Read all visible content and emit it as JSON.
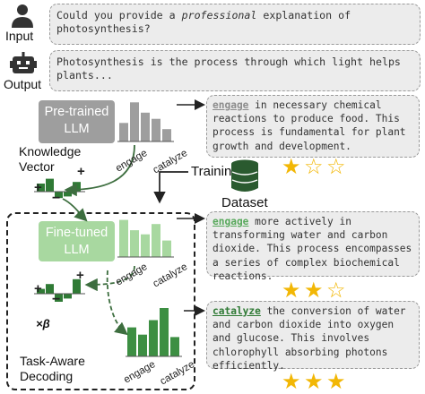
{
  "io": {
    "input_label": "Input",
    "output_label": "Output",
    "input_text_before": "Could you provide a ",
    "input_text_em": "professional",
    "input_text_after": " explanation of photosynthesis?",
    "output_text": "Photosynthesis is the process through which light helps plants..."
  },
  "models": {
    "pretrained_label": "Pre-trained\nLLM",
    "finetuned_label": "Fine-tuned\nLLM"
  },
  "labels": {
    "knowledge_vector": "Knowledge\nVector",
    "training": "Training",
    "dataset": "Dataset",
    "task_aware": "Task-Aware\nDecoding",
    "beta": "×β",
    "engage": "engage",
    "catalyze": "catalyze"
  },
  "responses": [
    {
      "keyword": "engage",
      "rest": " in necessary chemical reactions to produce food. This process is fundamental for plant growth and development.",
      "rating": 1
    },
    {
      "keyword": "engage",
      "rest": " more actively in transforming water and carbon dioxide. This process encompasses a series of complex biochemical reactions.",
      "rating": 2
    },
    {
      "keyword": "catalyze",
      "rest": " the conversion of water and carbon dioxide into oxygen and glucose. This involves chlorophyll absorbing photons efficiently.",
      "rating": 3
    }
  ],
  "chart_data": [
    {
      "type": "bar",
      "name": "pretrained",
      "x": [
        "engage",
        "",
        "",
        "catalyze",
        ""
      ],
      "values": [
        0.45,
        0.95,
        0.7,
        0.55,
        0.3
      ],
      "color": "#9e9e9e"
    },
    {
      "type": "bar",
      "name": "finetuned",
      "x": [
        "engage",
        "",
        "",
        "catalyze",
        ""
      ],
      "values": [
        0.9,
        0.65,
        0.55,
        0.8,
        0.4
      ],
      "color": "#a8d8a0"
    },
    {
      "type": "bar",
      "name": "task-aware",
      "x": [
        "engage",
        "",
        "",
        "catalyze",
        ""
      ],
      "values": [
        0.6,
        0.45,
        0.75,
        1.0,
        0.4
      ],
      "color": "#3d8f43"
    },
    {
      "type": "bar",
      "name": "knowledge-vector-1",
      "values": [
        0.5,
        0.8,
        -0.4,
        -0.3,
        0.6
      ],
      "color": "#2f7a35"
    },
    {
      "type": "bar",
      "name": "knowledge-vector-2",
      "values": [
        0.3,
        0.6,
        -0.5,
        -0.3,
        0.9
      ],
      "color": "#2f7a35"
    }
  ],
  "colors": {
    "grey": "#9e9e9e",
    "light_green": "#a8d8a0",
    "green": "#57a85b",
    "dark_green": "#2f7a35",
    "star": "#f2b705"
  }
}
